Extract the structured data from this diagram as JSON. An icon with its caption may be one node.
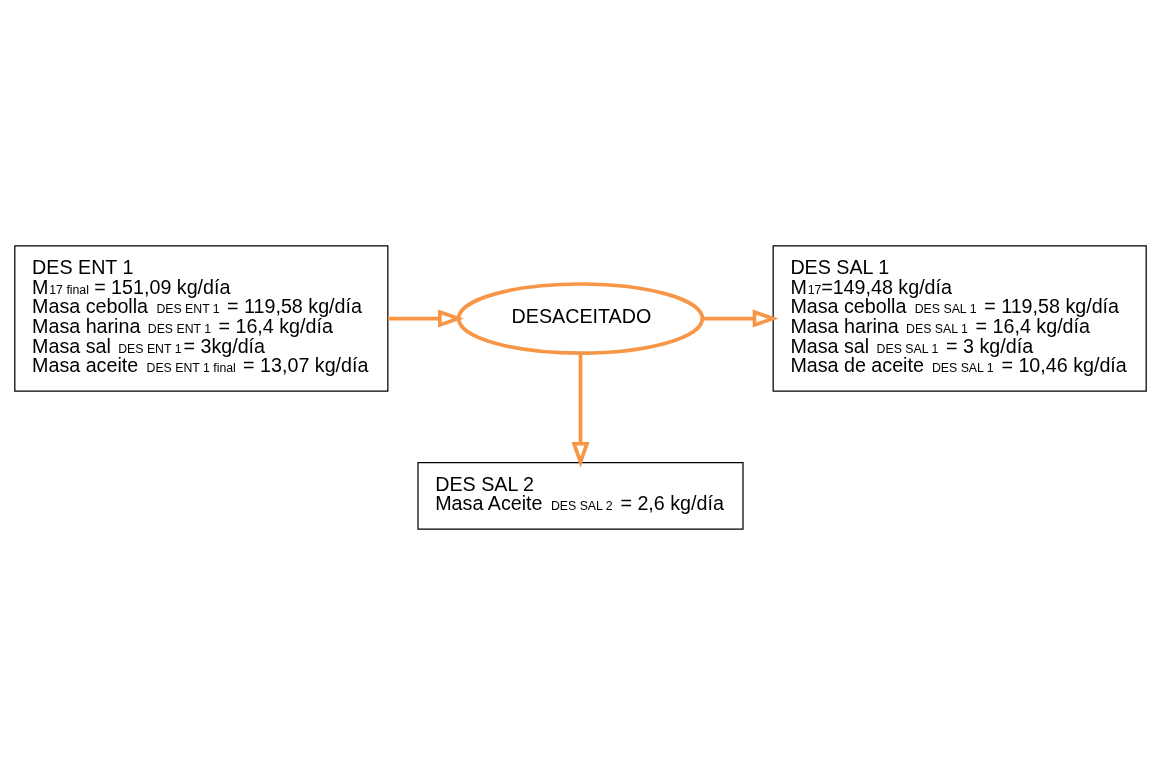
{
  "diagram": {
    "nodes": [
      {
        "text": [
          "DES ENT 1",
          "M$_{17 final}$ = 151,09 kg/día",
          "Masa cebolla $_{DES ENT 1}$ = 119,58 kg/día",
          "Masa harina $_{DES ENT 1}$ = 16,4 kg/día",
          "Masa sal $_{DES ENT 1}$= 3kg/día",
          "Masa aceite $_{DES ENT 1 final}$ = 13,07 kg/día"
        ]
      },
      {
        "text": [
          "DESACEITADO"
        ]
      },
      {
        "text": [
          "DES SAL 1",
          "M$_{17}$=149,48 kg/día",
          "Masa cebolla $_{DES SAL 1}$ = 119,58 kg/día",
          "Masa harina $_{DES SAL 1}$ = 16,4 kg/día",
          "Masa sal $_{DES SAL 1}$ = 3 kg/día",
          "Masa de aceite $_{DES SAL 1}$ = 10,46 kg/día"
        ]
      },
      {
        "text": [
          "DES SAL 2",
          "Masa Aceite $_{DES SAL 2}$ = 2,6 kg/día"
        ]
      }
    ],
    "edges": [
      {
        "from": 0,
        "to": 1,
        "arrow": "to"
      },
      {
        "from": 1,
        "to": 2,
        "arrow": "to"
      },
      {
        "from": 1,
        "to": 3,
        "arrow": "to"
      }
    ]
  }
}
